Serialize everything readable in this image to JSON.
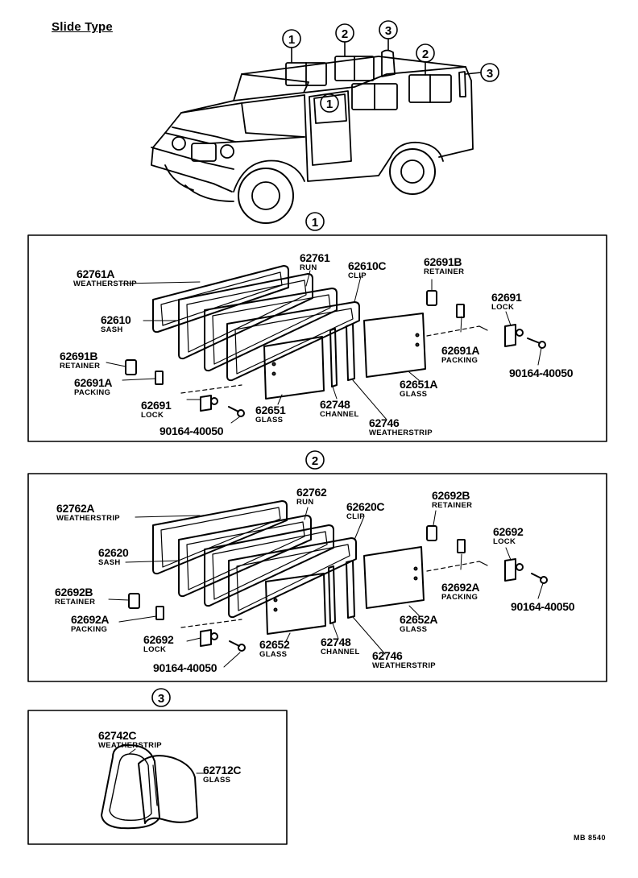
{
  "title": "Slide Type",
  "callouts": {
    "one": "1",
    "two": "2",
    "three": "3"
  },
  "section1": {
    "p62761A": {
      "number": "62761A",
      "name": "WEATHERSTRIP"
    },
    "p62761": {
      "number": "62761",
      "name": "RUN"
    },
    "p62610C": {
      "number": "62610C",
      "name": "CLIP"
    },
    "p62691B_top": {
      "number": "62691B",
      "name": "RETAINER"
    },
    "p62691_right": {
      "number": "62691",
      "name": "LOCK"
    },
    "p62610": {
      "number": "62610",
      "name": "SASH"
    },
    "p62691B_left": {
      "number": "62691B",
      "name": "RETAINER"
    },
    "p62691A_right": {
      "number": "62691A",
      "name": "PACKING"
    },
    "bolt_right": {
      "number": "90164-40050"
    },
    "p62691A_left": {
      "number": "62691A",
      "name": "PACKING"
    },
    "p62651A": {
      "number": "62651A",
      "name": "GLASS"
    },
    "p62691_left": {
      "number": "62691",
      "name": "LOCK"
    },
    "p62748": {
      "number": "62748",
      "name": "CHANNEL"
    },
    "p62651": {
      "number": "62651",
      "name": "GLASS"
    },
    "p62746": {
      "number": "62746",
      "name": "WEATHERSTRIP"
    },
    "bolt_left": {
      "number": "90164-40050"
    }
  },
  "section2": {
    "p62762A": {
      "number": "62762A",
      "name": "WEATHERSTRIP"
    },
    "p62762": {
      "number": "62762",
      "name": "RUN"
    },
    "p62620C": {
      "number": "62620C",
      "name": "CLIP"
    },
    "p62692B_top": {
      "number": "62692B",
      "name": "RETAINER"
    },
    "p62692_right": {
      "number": "62692",
      "name": "LOCK"
    },
    "p62620": {
      "number": "62620",
      "name": "SASH"
    },
    "p62692B_left": {
      "number": "62692B",
      "name": "RETAINER"
    },
    "p62692A_right": {
      "number": "62692A",
      "name": "PACKING"
    },
    "bolt_right": {
      "number": "90164-40050"
    },
    "p62692A_left": {
      "number": "62692A",
      "name": "PACKING"
    },
    "p62652A": {
      "number": "62652A",
      "name": "GLASS"
    },
    "p62692_left": {
      "number": "62692",
      "name": "LOCK"
    },
    "p62652": {
      "number": "62652",
      "name": "GLASS"
    },
    "p62748": {
      "number": "62748",
      "name": "CHANNEL"
    },
    "p62746": {
      "number": "62746",
      "name": "WEATHERSTRIP"
    },
    "bolt_left": {
      "number": "90164-40050"
    }
  },
  "section3": {
    "p62742C": {
      "number": "62742C",
      "name": "WEATHERSTRIP"
    },
    "p62712C": {
      "number": "62712C",
      "name": "GLASS"
    }
  },
  "drawing_code": "MB 8540"
}
